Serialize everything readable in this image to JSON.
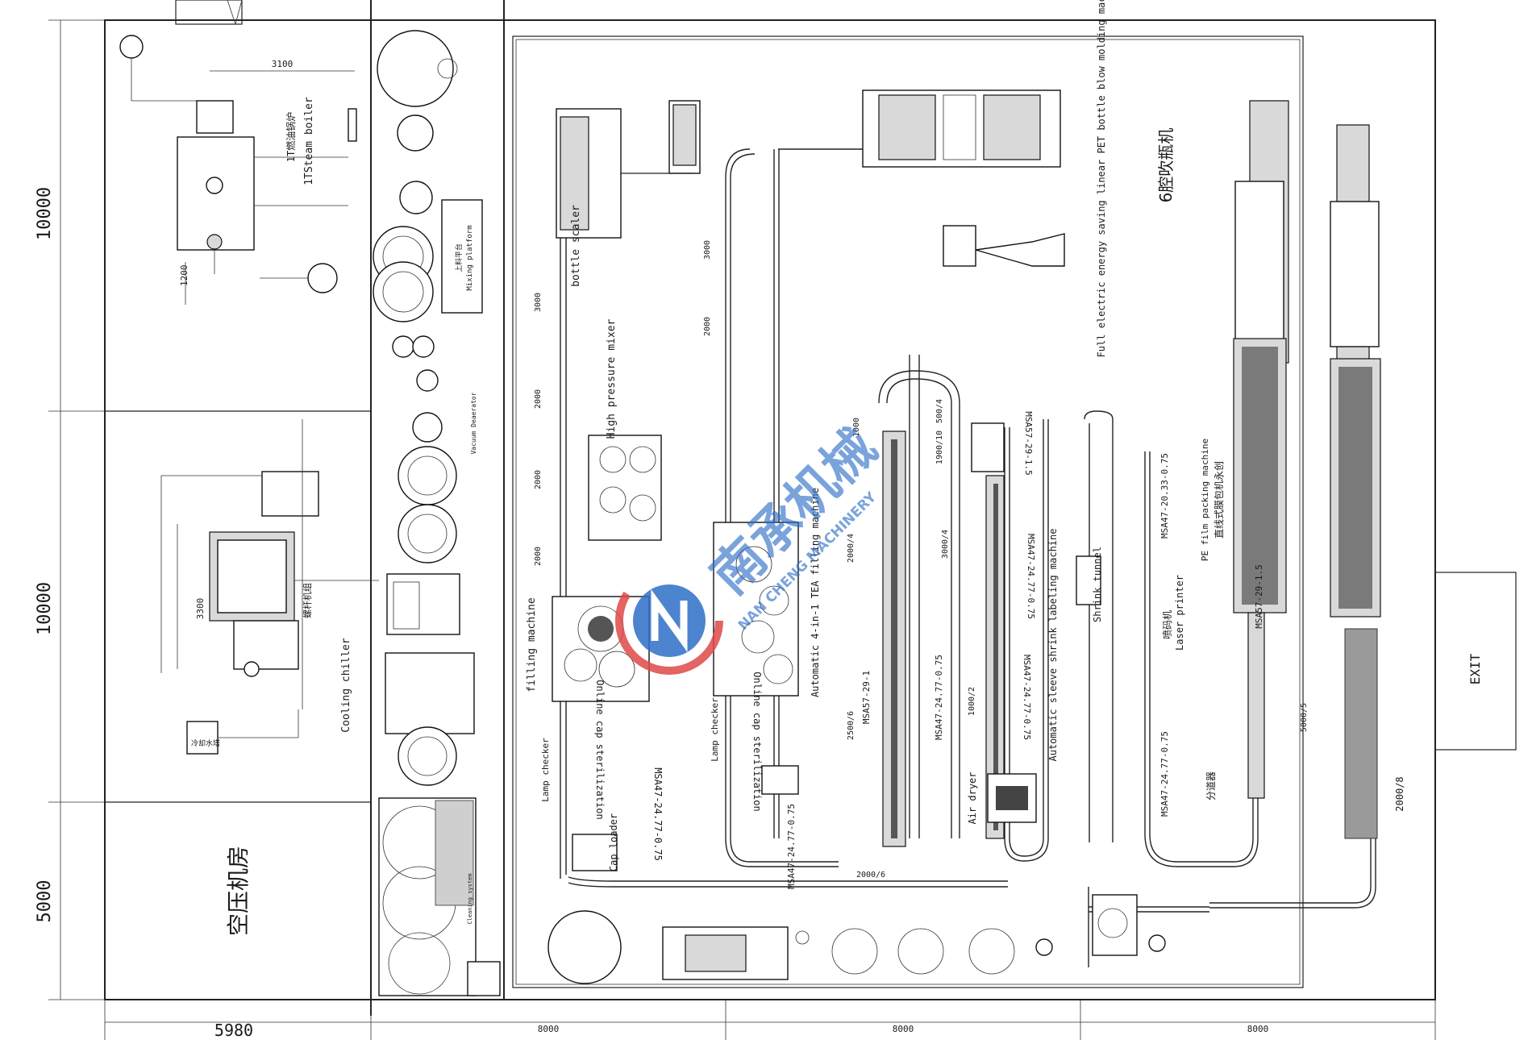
{
  "dimensions": {
    "left_upper": "10000",
    "left_middle": "10000",
    "left_lower": "5000",
    "bottom_left": "5980",
    "bottom_a": "8000",
    "bottom_b": "8000",
    "bottom_c": "8000",
    "boiler_width": "3100",
    "boiler_offset": "1200",
    "chiller_dim": "3300",
    "conv_3000a": "3000",
    "conv_2000a": "2000",
    "conv_2000b": "2000",
    "conv_2000c": "2000",
    "conv_3000b": "3000",
    "conv_2000d": "2000",
    "conv_1000": "1000",
    "conv_500_4": "500/4",
    "conv_1900_10": "1900/10",
    "conv_3000_4": "3000/4",
    "conv_2000_4a": "2000/4",
    "conv_2500_6": "2500/6",
    "conv_1000_2": "1000/2",
    "conv_5000_5": "5000/5",
    "conv_2000_8": "2000/8",
    "conv_2000_6": "2000/6"
  },
  "labels": {
    "steam_boiler": "1TSteam boiler",
    "cooling_chiller": "Cooling chiller",
    "air_room_cn": "空压机房",
    "high_pressure_mixer": "High pressure mixer",
    "bottle_scaler": "bottle scaler",
    "filling_machine": "filling machine",
    "online_cap_sterilization": "Online cap sterilization",
    "lamp_checker_a": "Lamp checker",
    "lamp_checker_b": "Lamp checker",
    "cap_loader": "Cap loader",
    "automatic_filling": "Automatic 4-in-1 TEA filling machine",
    "online_cap_sterilization_b": "Online cap sterilization",
    "blow_molding": "Full electric energy saving linear PET bottle blow molding machine",
    "blow_molding_cn": "6腔吹瓶机",
    "air_dryer": "Air dryer",
    "sleeve_shrink": "Automatic sleeve shrink labeling machine",
    "shrink_tunnel": "Shrink tunnel",
    "laser_printer": "Laser printer",
    "laser_printer_cn": "喷码机",
    "pe_film": "PE film packing machine",
    "pe_film_cn": "直线式膜包机永创",
    "divider_cn": "分道器",
    "exit": "EXIT",
    "mixing_platform": "Mixing platform",
    "mixing_platform_cn": "上料平台",
    "vacuum_deaerator": "Vacuum Deaerator",
    "cleaning_system": "Cleaning system",
    "cooling_tower_cn": "冷却水塔",
    "screw_compressor_cn": "螺杆机组",
    "boiler_cn": "1T燃油锅炉"
  },
  "conveyor_specs": {
    "spec_a": "MSA47-24.77-0.75",
    "spec_b": "MSA57-29-1",
    "spec_c": "MSA57-29-1.5",
    "spec_d": "MSA47-24.77-0.75",
    "spec_e": "MSA47-24.77-0.75",
    "spec_f": "MSA47-24.77-0.75",
    "spec_g": "MSA47-20.33-0.75",
    "spec_h": "MSA47-24.77-0.75",
    "spec_i": "MSA57-29-1.5",
    "spec_j": "MSA47-24.77-0.75"
  },
  "watermark": {
    "cn": "南承机械",
    "en": "NAN CHENG MACHINERY"
  },
  "colors": {
    "line": "#222222",
    "watermark_red": "#e04848",
    "watermark_blue": "#2f6fc7"
  }
}
